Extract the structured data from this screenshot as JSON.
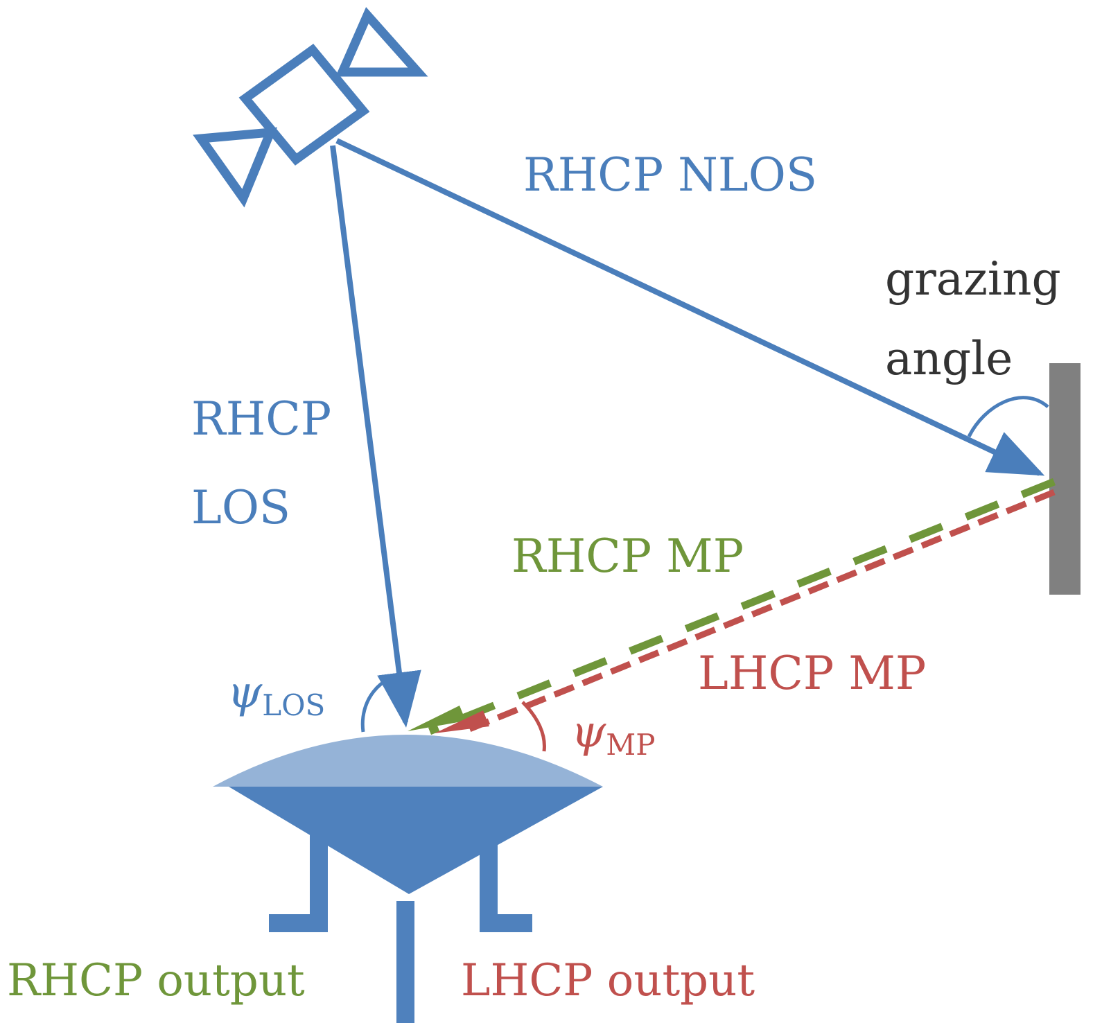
{
  "colors": {
    "blue": "#4a7ebb",
    "light_blue": "#95b3d7",
    "green": "#6f963a",
    "red": "#c0504d",
    "gray": "#808080",
    "text_dark": "#333333"
  },
  "labels": {
    "rhcp_nlos": "RHCP NLOS",
    "grazing_line1": "grazing",
    "grazing_line2": "angle",
    "rhcp_los_line1": "RHCP",
    "rhcp_los_line2": "LOS",
    "rhcp_mp": "RHCP MP",
    "lhcp_mp": "LHCP MP",
    "psi_symbol": "ψ",
    "psi_los_sub": "LOS",
    "psi_mp_sub": "MP",
    "rhcp_output": "RHCP output",
    "lhcp_output": "LHCP output"
  },
  "icons": {
    "satellite": "satellite-icon",
    "reflector": "reflecting-surface",
    "antenna": "dual-polarized-antenna"
  }
}
